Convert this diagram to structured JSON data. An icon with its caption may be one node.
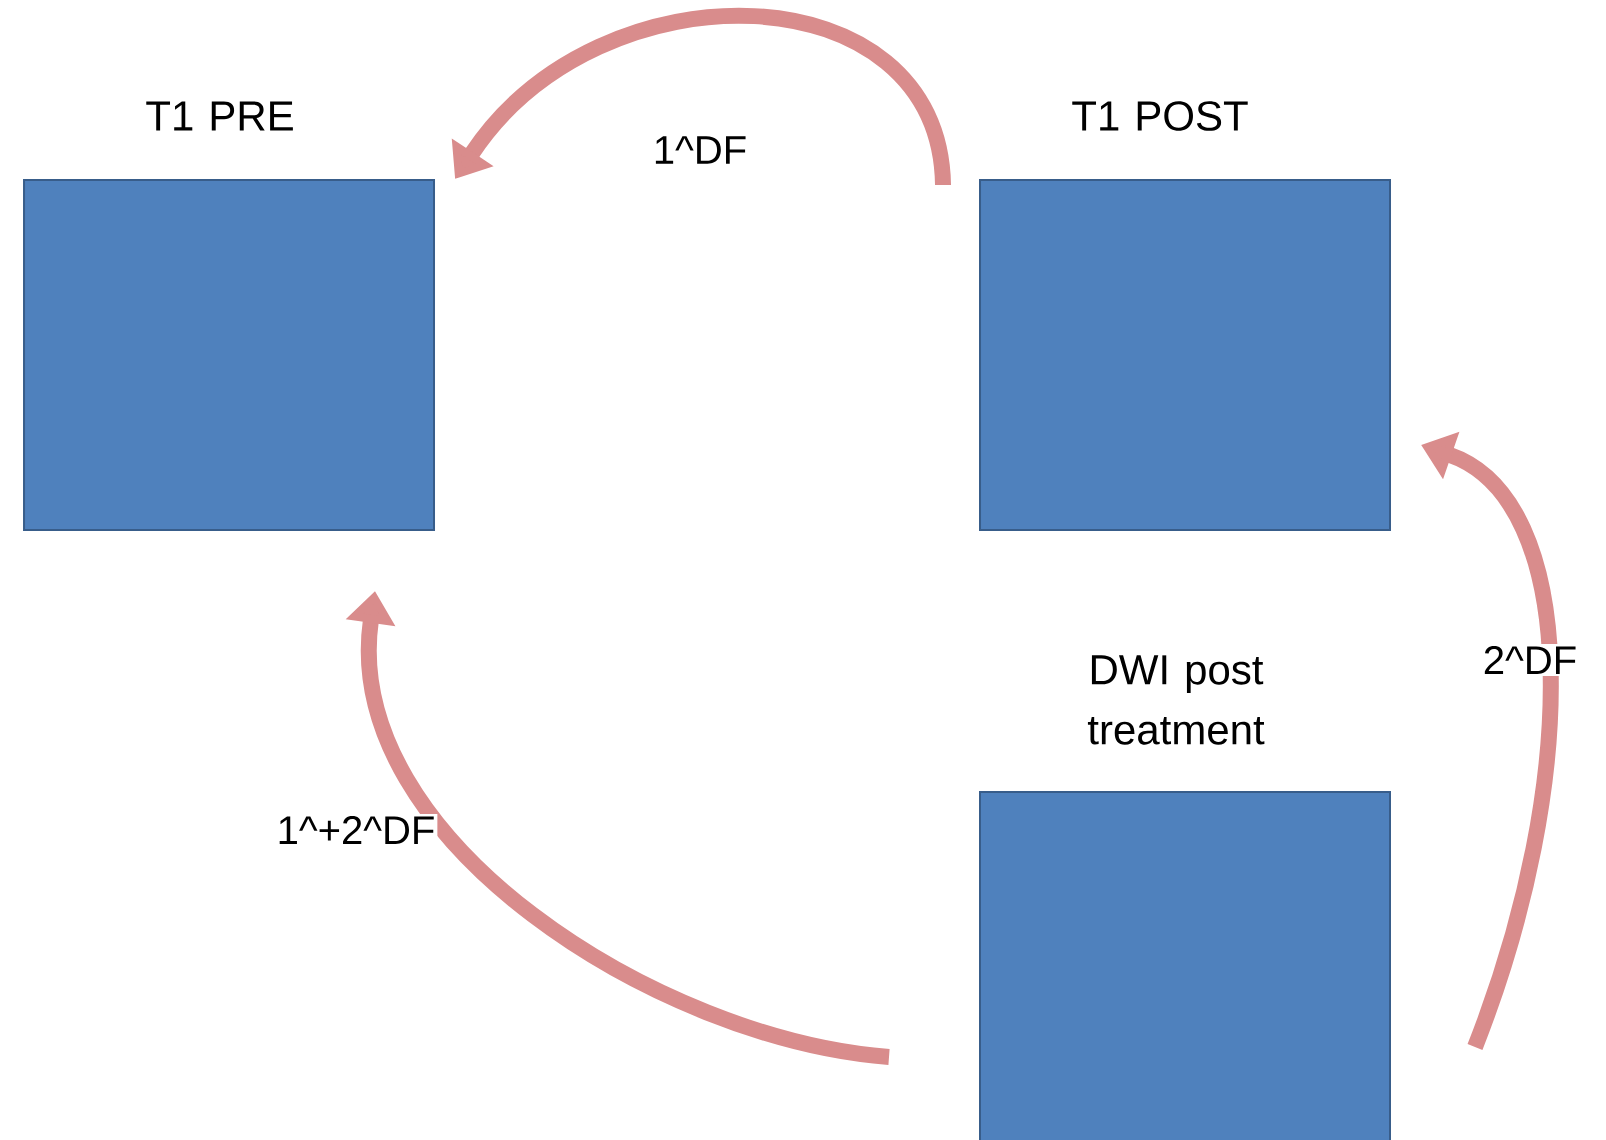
{
  "diagram": {
    "nodes": [
      {
        "text": [
          "T1 PRE"
        ]
      },
      {
        "text": [
          "T1 POST"
        ]
      },
      {
        "text": [
          "DWI post treatment"
        ]
      }
    ],
    "edges": [
      {
        "from": 1,
        "to": 0,
        "arrow": "to",
        "label": "1^DF"
      },
      {
        "from": 2,
        "to": 1,
        "arrow": "to",
        "label": "2^DF"
      },
      {
        "from": 2,
        "to": 0,
        "arrow": "to",
        "label": "1^+2^DF"
      }
    ]
  }
}
